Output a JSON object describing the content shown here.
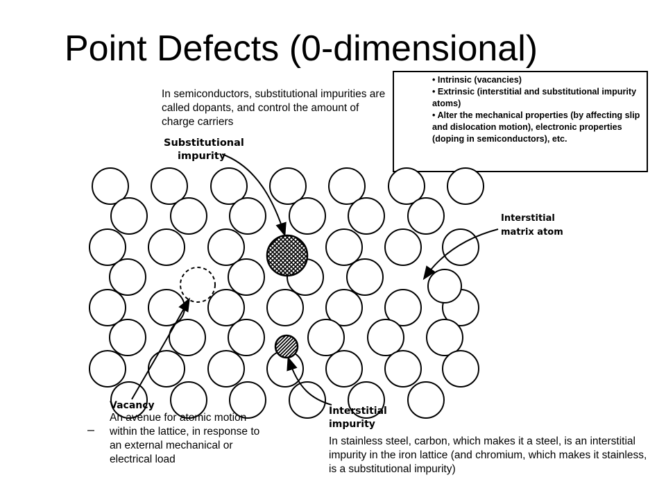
{
  "title": "Point Defects (0-dimensional)",
  "notes": {
    "dopants": "In semiconductors, substitutional impurities are called dopants, and control the amount of charge carriers",
    "vacancy": "An avenue for atomic motion within the lattice, in response to an external mechanical or electrical load",
    "steel": "In stainless steel, carbon, which makes it a steel, is an interstitial impurity in the iron lattice (and chromium, which makes it stainless, is a substitutional impurity)"
  },
  "box_items": [
    "• Intrinsic (vacancies)",
    "• Extrinsic (interstitial  and substitutional impurity atoms)",
    "• Alter the mechanical properties (by affecting slip and dislocation motion), electronic properties (doping in semiconductors), etc."
  ],
  "diagram_labels": {
    "substitutional_line1": "Substitutional",
    "substitutional_line2": "impurity",
    "interstitial_matrix_line1": "Interstitial",
    "interstitial_matrix_line2": "matrix atom",
    "vacancy": "Vacancy",
    "interstitial_impurity_line1": "Interstitial",
    "interstitial_impurity_line2": "impurity"
  }
}
